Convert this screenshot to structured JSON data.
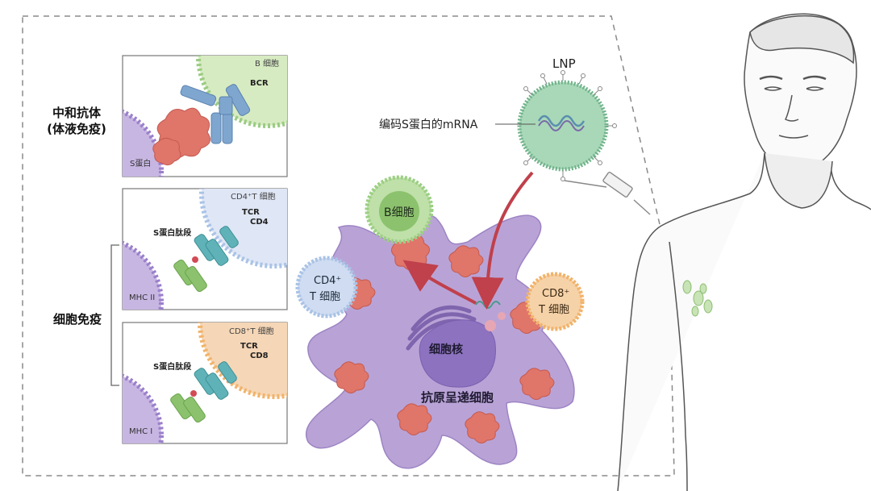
{
  "humoral": {
    "line1": "中和抗体",
    "line2": "(体液免疫)"
  },
  "cellular": {
    "label": "细胞免疫"
  },
  "panel1": {
    "cell": "B 细胞",
    "receptor": "BCR",
    "antigen": "S蛋白"
  },
  "panel2": {
    "cell": "CD4⁺T 细胞",
    "tcr": "TCR",
    "co": "CD4",
    "peptide": "S蛋白肽段",
    "mhc": "MHC II"
  },
  "panel3": {
    "cell": "CD8⁺T 细胞",
    "tcr": "TCR",
    "co": "CD8",
    "peptide": "S蛋白肽段",
    "mhc": "MHC I"
  },
  "lnp": {
    "label": "LNP",
    "mrna": "编码S蛋白的mRNA"
  },
  "apc": {
    "label": "抗原呈递细胞",
    "nucleus": "细胞核"
  },
  "b_cell": {
    "label": "B细胞"
  },
  "cd4_cell": {
    "line1": "CD4⁺",
    "line2": "T 细胞"
  },
  "cd8_cell": {
    "line1": "CD8⁺",
    "line2": "T 细胞"
  },
  "colors": {
    "apc": "#b9a3d6",
    "b_cell": "#9ccf84",
    "cd4": "#a9c3e6",
    "cd8": "#f1b36a",
    "lnp": "#a9d8b8",
    "antigen": "#e0756a",
    "arrow": "#c0404b",
    "mhc": "#8cc26e",
    "tcr": "#5fb3b8"
  }
}
